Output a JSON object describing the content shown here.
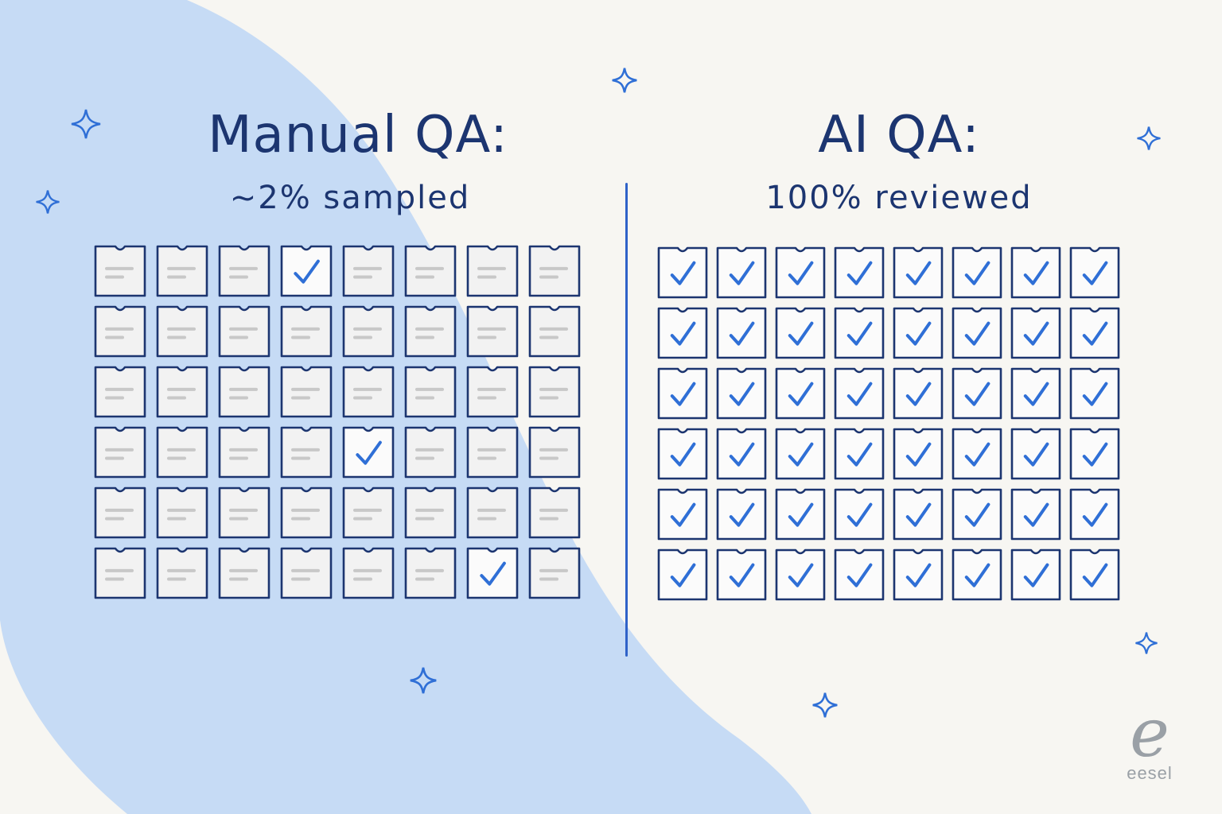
{
  "left_panel": {
    "title": "Manual QA:",
    "subtitle": "~2% sampled",
    "rows": 6,
    "cols": 8,
    "checked_cells": [
      [
        0,
        3
      ],
      [
        3,
        4
      ],
      [
        5,
        6
      ]
    ]
  },
  "right_panel": {
    "title": "AI QA:",
    "subtitle": "100% reviewed",
    "rows": 6,
    "cols": 8,
    "all_checked": true
  },
  "logo": {
    "mark": "e",
    "text": "eesel"
  },
  "colors": {
    "ink": "#1c3570",
    "check": "#2f6fd6",
    "blob": "#c6dbf5",
    "background": "#f7f6f2",
    "placeholder_line": "#c8c8c8"
  },
  "icons": {
    "card": "document-card-icon",
    "check": "checkmark-icon",
    "sparkle": "sparkle-icon"
  }
}
